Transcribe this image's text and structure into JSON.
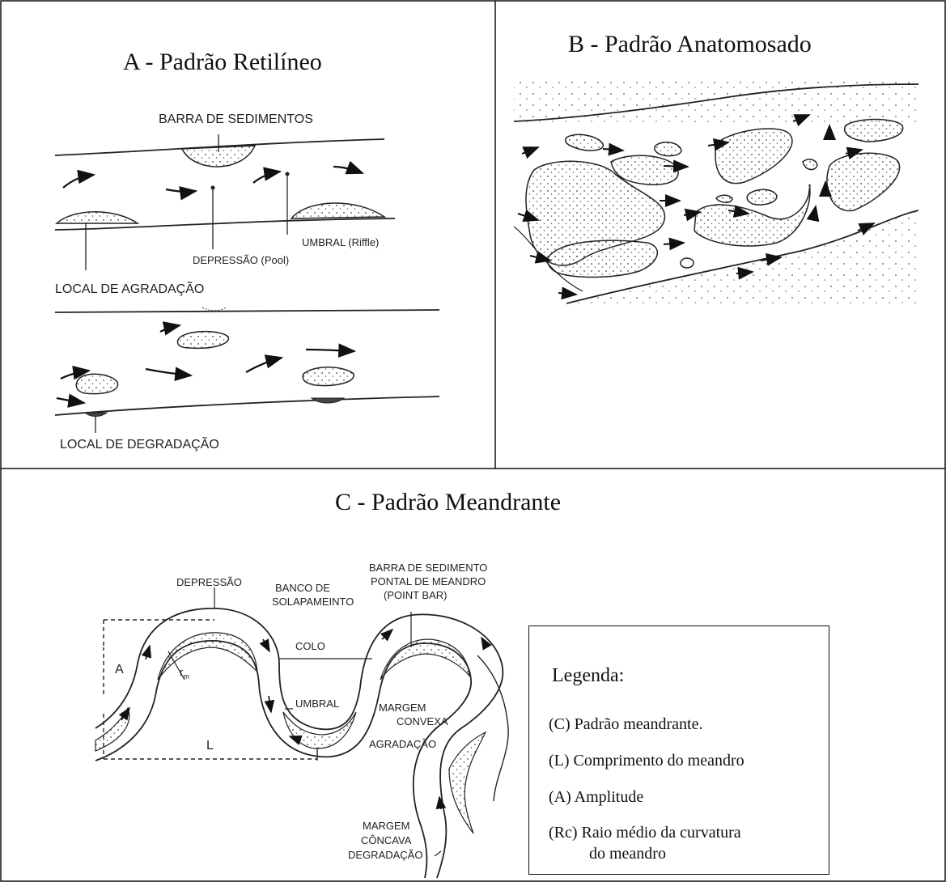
{
  "panel_a": {
    "title": "A - Padrão Retilíneo",
    "labels": {
      "barra": "BARRA DE SEDIMENTOS",
      "umbral": "UMBRAL (Riffle)",
      "depressao": "DEPRESSÃO (Pool)",
      "agradacao": "LOCAL DE AGRADAÇÃO",
      "degradacao": "LOCAL DE DEGRADAÇÃO"
    }
  },
  "panel_b": {
    "title": "B - Padrão Anatomosado"
  },
  "panel_c": {
    "title": "C - Padrão Meandrante",
    "labels": {
      "depressao": "DEPRESSÃO",
      "banco_1": "BANCO DE",
      "banco_2": "SOLAPAMEINTO",
      "barra_1": "BARRA DE SEDIMENTO",
      "barra_2": "PONTAL DE MEANDRO",
      "barra_3": "(POINT BAR)",
      "colo": "COLO",
      "a": "A",
      "rm": "r",
      "rm_sub": "m",
      "umbral": "UMBRAL",
      "margem_convexa_1": "MARGEM",
      "margem_convexa_2": "CONVEXA",
      "agradacao": "AGRADAÇÃO",
      "l": "L",
      "margem_concava_1": "MARGEM",
      "margem_concava_2": "CÔNCAVA",
      "degradacao": "DEGRADAÇÃO"
    }
  },
  "legend": {
    "title": "Legenda:",
    "items": [
      "(C) Padrão meandrante.",
      "(L) Comprimento do meandro",
      "(A) Amplitude",
      "(Rc) Raio médio da curvatura"
    ],
    "item_cont": "do meandro"
  }
}
